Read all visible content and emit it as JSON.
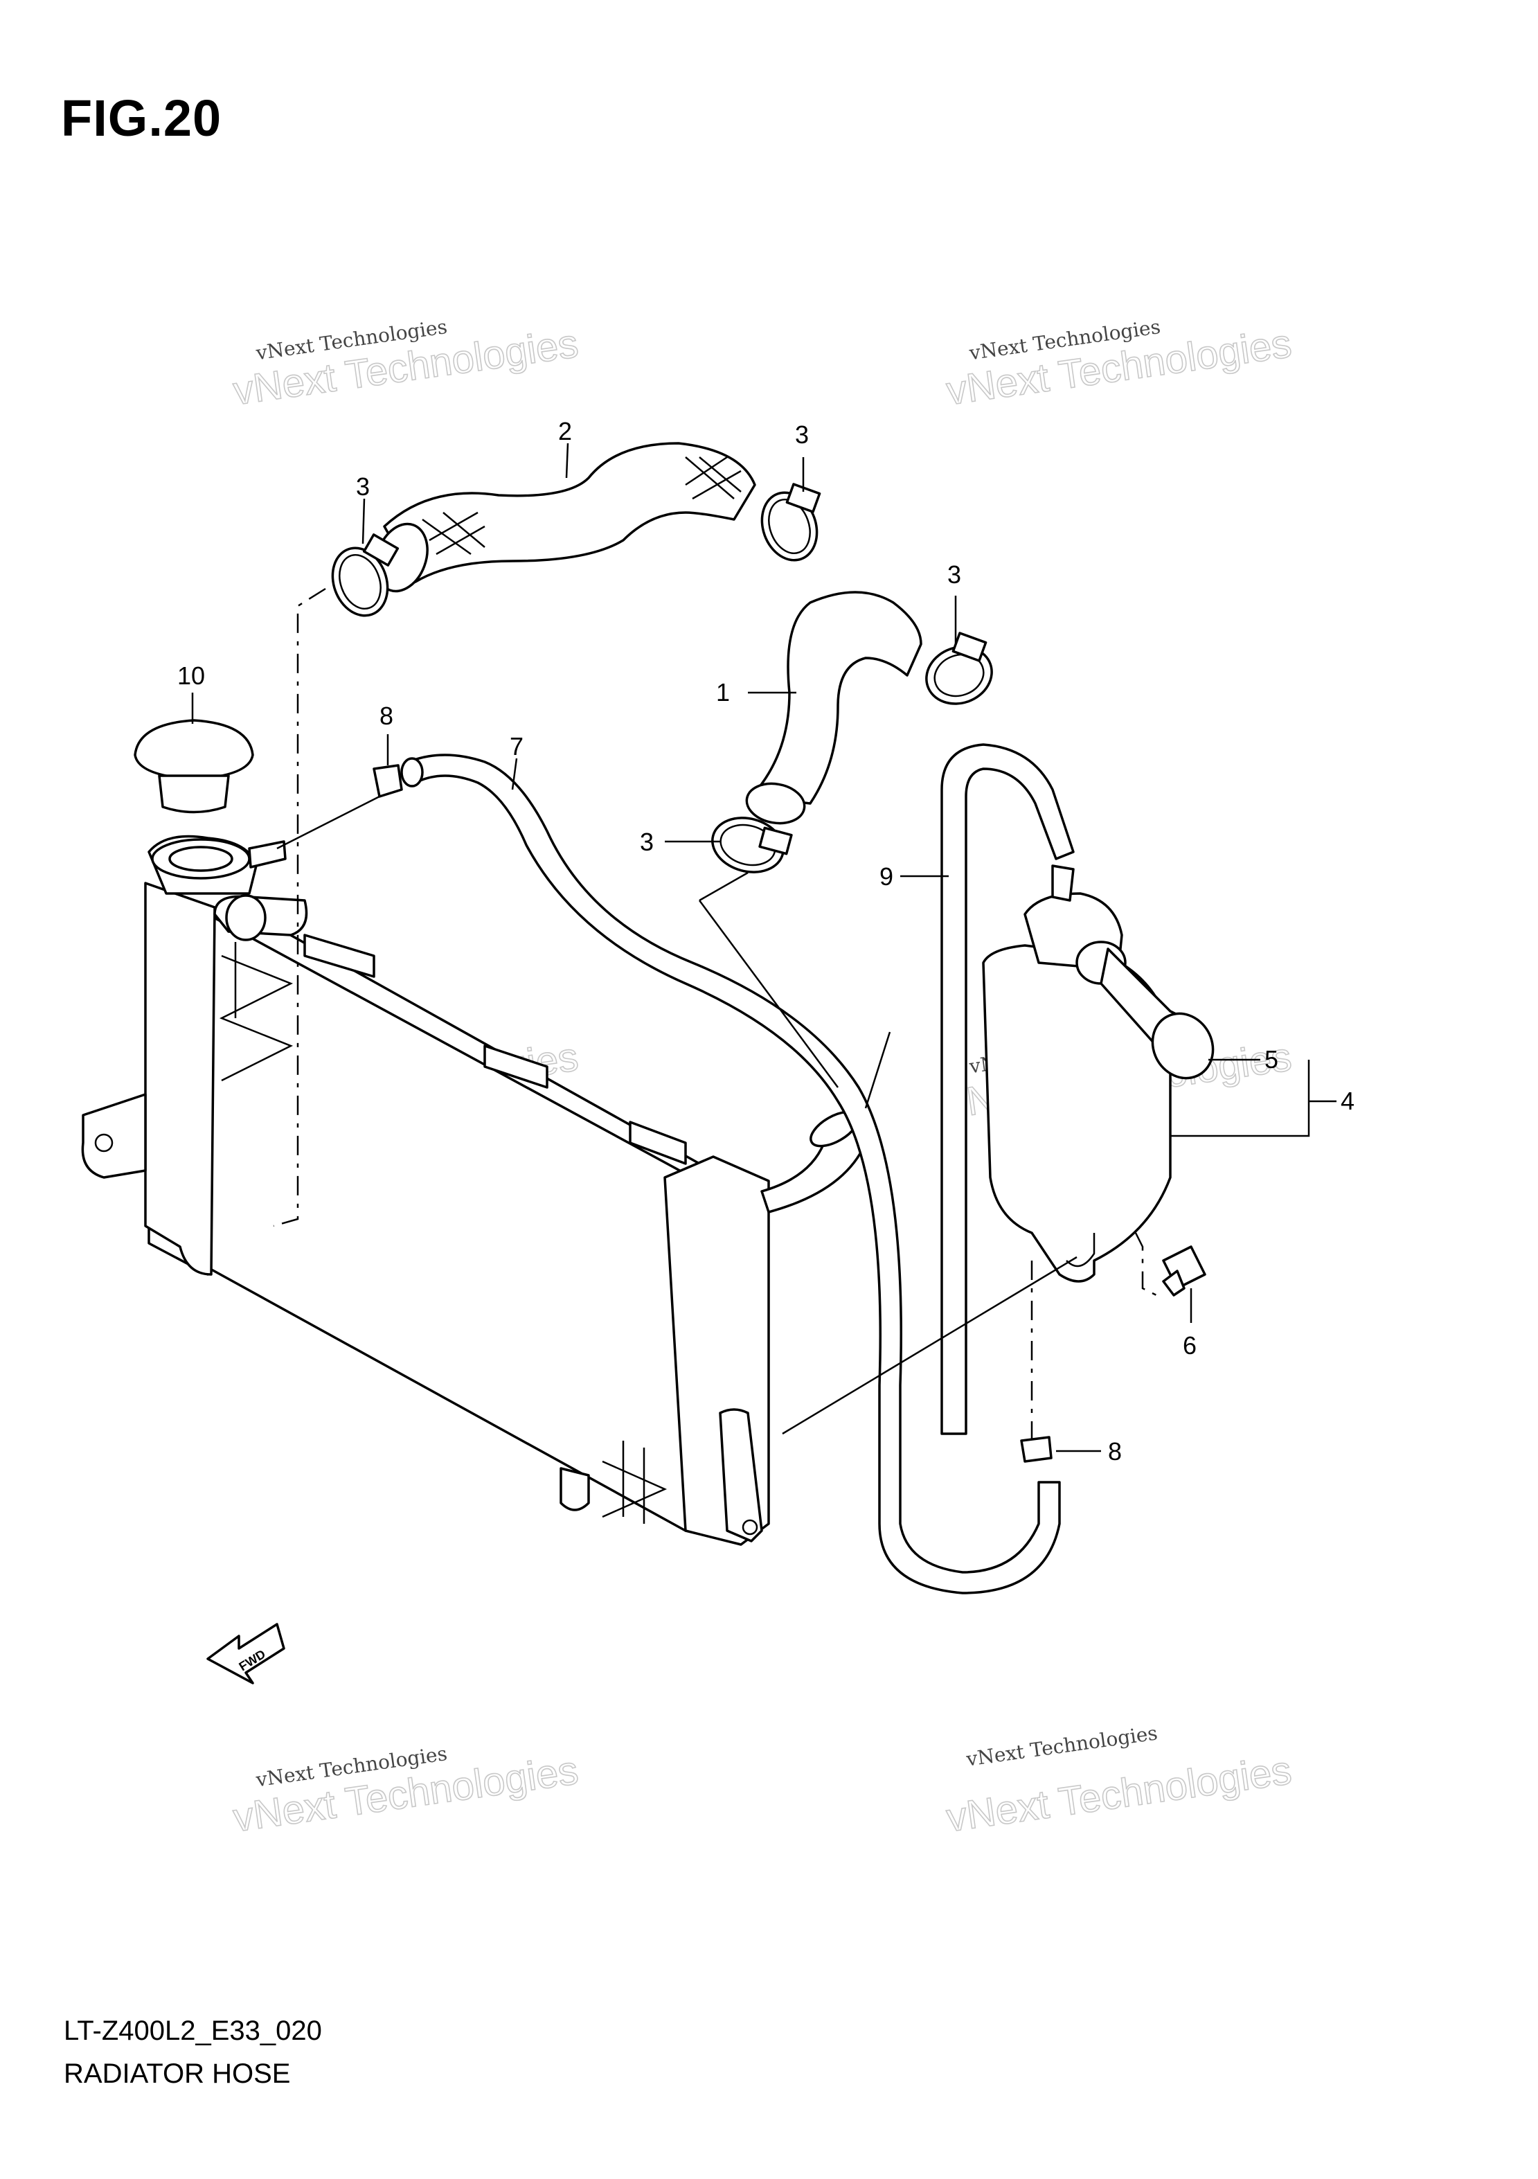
{
  "figure": {
    "title": "FIG.20",
    "code": "LT-Z400L2_E33_020",
    "name": "RADIATOR HOSE"
  },
  "watermark": {
    "line1": "vNext Technologies",
    "line2": "vNext Technologies"
  },
  "callouts": [
    {
      "id": "c1",
      "label": "1"
    },
    {
      "id": "c2",
      "label": "2"
    },
    {
      "id": "c3a",
      "label": "3"
    },
    {
      "id": "c3b",
      "label": "3"
    },
    {
      "id": "c3c",
      "label": "3"
    },
    {
      "id": "c3d",
      "label": "3"
    },
    {
      "id": "c4",
      "label": "4"
    },
    {
      "id": "c5",
      "label": "5"
    },
    {
      "id": "c6",
      "label": "6"
    },
    {
      "id": "c7",
      "label": "7"
    },
    {
      "id": "c8a",
      "label": "8"
    },
    {
      "id": "c8b",
      "label": "8"
    },
    {
      "id": "c9",
      "label": "9"
    },
    {
      "id": "c10",
      "label": "10"
    }
  ],
  "fwd_label": "FWD"
}
